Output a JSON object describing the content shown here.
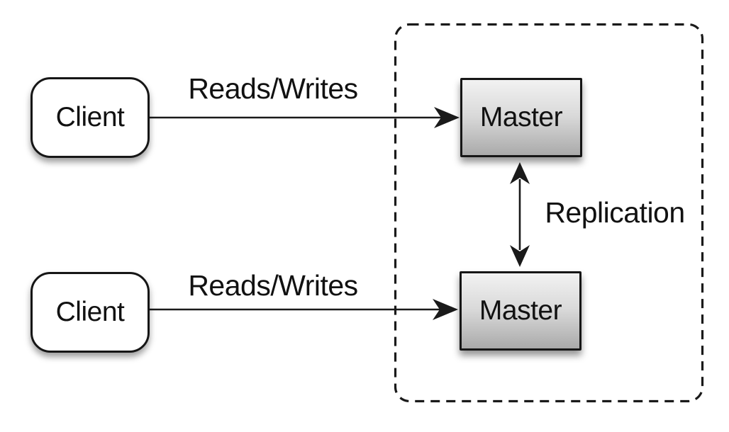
{
  "diagram": {
    "type": "architecture-diagram",
    "background": "#ffffff",
    "colors": {
      "stroke": "#1a1a1a",
      "text": "#111111",
      "client_fill": "#ffffff",
      "master_gradient_top": "#f2f2f2",
      "master_gradient_bottom": "#aaaaaa"
    },
    "nodes": {
      "client_top": {
        "label": "Client",
        "shape": "rounded-rectangle"
      },
      "client_bottom": {
        "label": "Client",
        "shape": "rounded-rectangle"
      },
      "master_top": {
        "label": "Master",
        "shape": "rectangle"
      },
      "master_bottom": {
        "label": "Master",
        "shape": "rectangle"
      }
    },
    "edges": {
      "reads_writes_top": {
        "label": "Reads/Writes",
        "from": "client_top",
        "to": "master_top",
        "arrow": "single"
      },
      "reads_writes_bottom": {
        "label": "Reads/Writes",
        "from": "client_bottom",
        "to": "master_bottom",
        "arrow": "single"
      },
      "replication": {
        "label": "Replication",
        "from": "master_top",
        "to": "master_bottom",
        "arrow": "double"
      }
    },
    "groups": {
      "master_boundary": {
        "style": "dashed-rounded-rectangle",
        "contains": [
          "master_top",
          "master_bottom"
        ]
      }
    }
  }
}
